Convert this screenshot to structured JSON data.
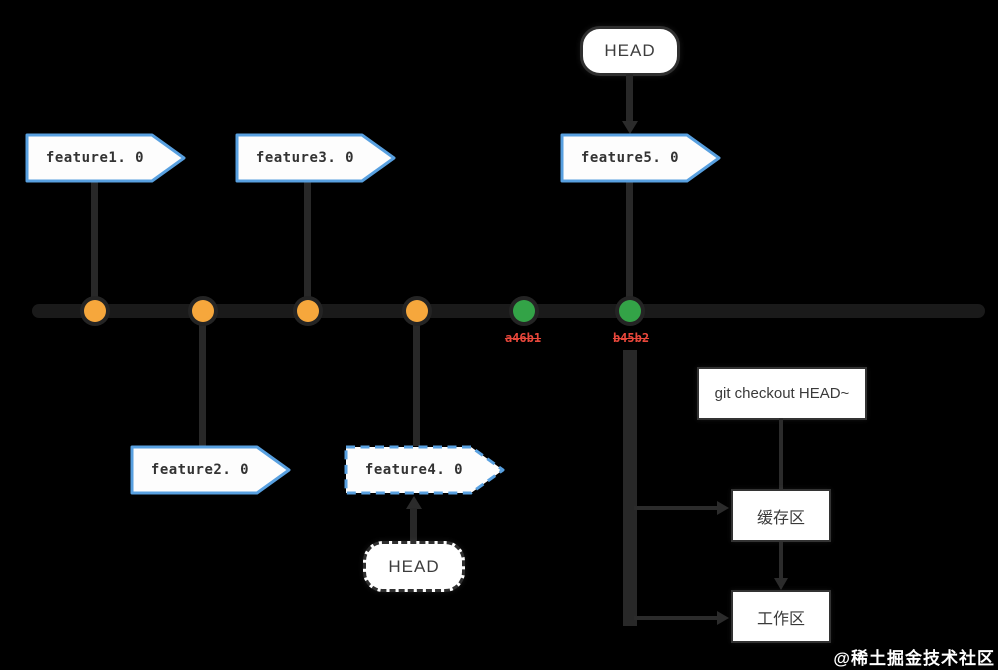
{
  "colors": {
    "background": "#000000",
    "flag_border_blue": "#58a0e0",
    "commit_orange": "#f6a73c",
    "commit_green": "#33a347",
    "hash_red": "#e8473b",
    "line_gray": "#2b2b2b"
  },
  "flags": [
    {
      "id": "feature1",
      "label": "feature1. 0",
      "style": "solid"
    },
    {
      "id": "feature2",
      "label": "feature2. 0",
      "style": "solid"
    },
    {
      "id": "feature3",
      "label": "feature3. 0",
      "style": "solid"
    },
    {
      "id": "feature4",
      "label": "feature4. 0",
      "style": "dashed"
    },
    {
      "id": "feature5",
      "label": "feature5. 0",
      "style": "solid"
    }
  ],
  "head_pointers": [
    {
      "label": "HEAD",
      "style": "solid",
      "points_to": "feature5. 0"
    },
    {
      "label": "HEAD",
      "style": "dashed",
      "points_to": "feature4. 0"
    }
  ],
  "commits": [
    {
      "color": "orange"
    },
    {
      "color": "orange"
    },
    {
      "color": "orange"
    },
    {
      "color": "orange"
    },
    {
      "color": "green",
      "hash": "a46b1"
    },
    {
      "color": "green",
      "hash": "b45b2"
    }
  ],
  "command_box": {
    "label": "git checkout HEAD~"
  },
  "area_boxes": [
    {
      "label": "缓存区"
    },
    {
      "label": "工作区"
    }
  ],
  "watermark": {
    "text": "@稀土掘金技术社区"
  }
}
